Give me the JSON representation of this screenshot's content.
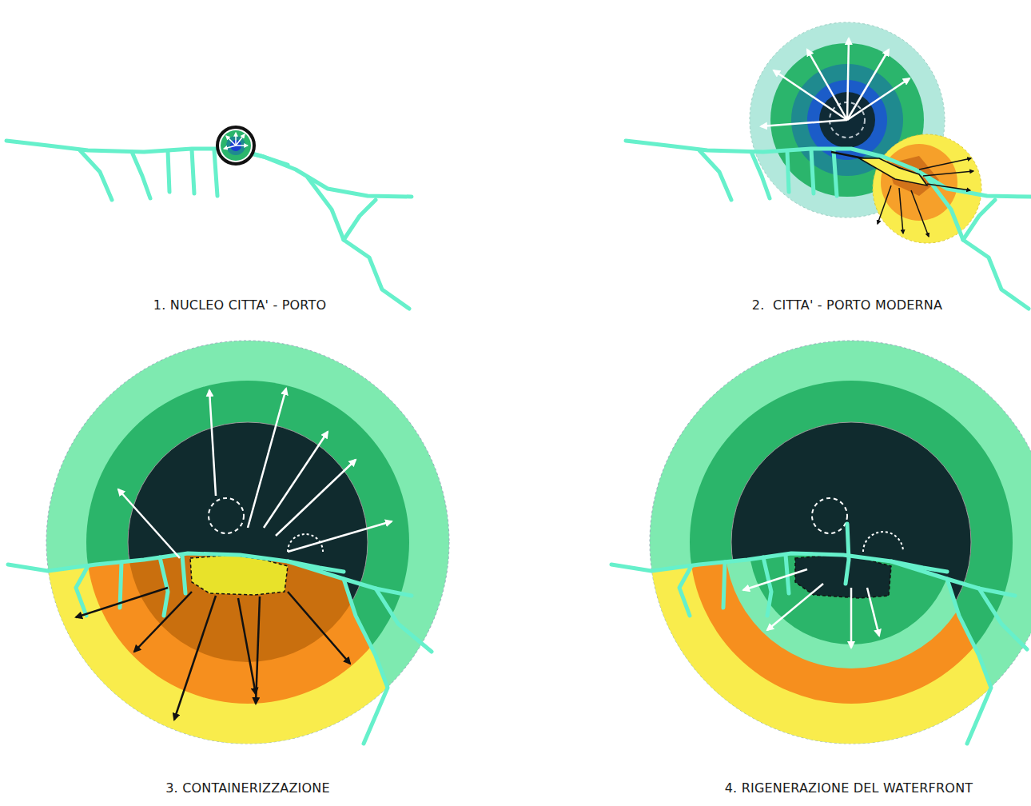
{
  "diagram": {
    "labels": [
      "1. NUCLEO CITTA' - PORTO",
      "2.  CITTA' - PORTO MODERNA",
      "3. CONTAINERIZZAZIONE",
      "4. RIGENERAZIONE DEL WATERFRONT"
    ]
  }
}
